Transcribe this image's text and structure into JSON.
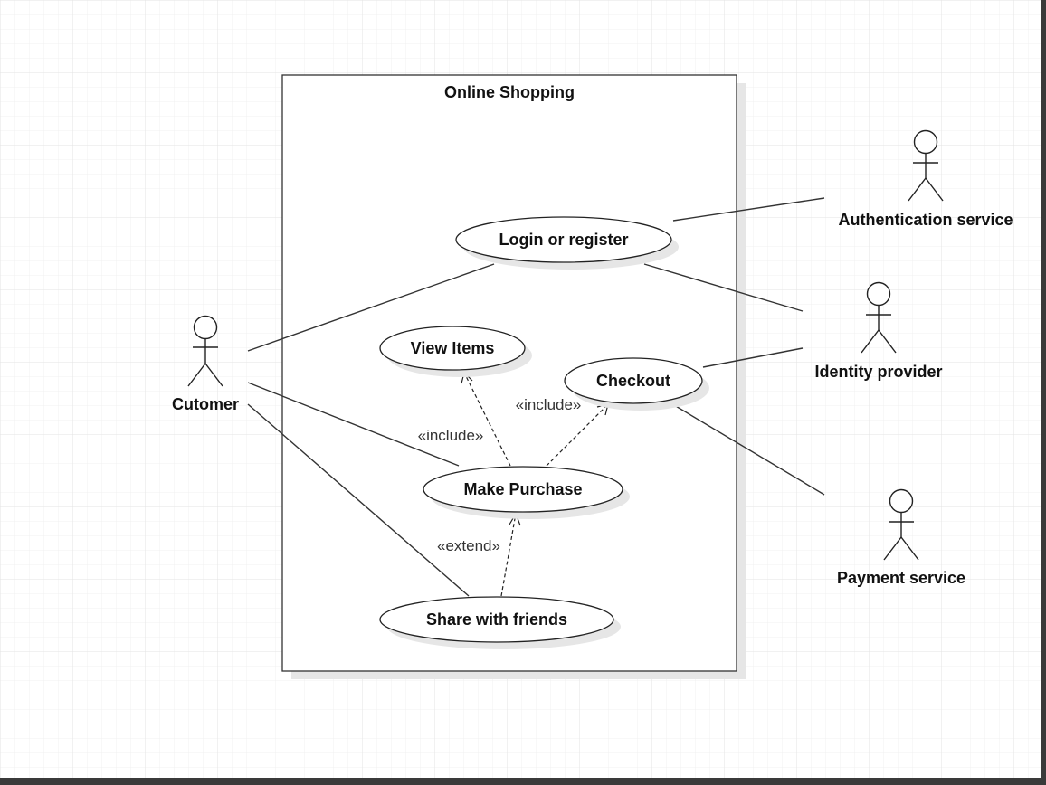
{
  "diagram": {
    "system_title": "Online Shopping",
    "actors": {
      "customer": "Cutomer",
      "auth": "Authentication service",
      "idp": "Identity provider",
      "payment": "Payment service"
    },
    "use_cases": {
      "login": "Login or register",
      "view_items": "View Items",
      "checkout": "Checkout",
      "make_purchase": "Make Purchase",
      "share": "Share with friends"
    },
    "relations": {
      "include_view": "«include»",
      "include_checkout": "«include»",
      "extend_share": "«extend»"
    }
  }
}
